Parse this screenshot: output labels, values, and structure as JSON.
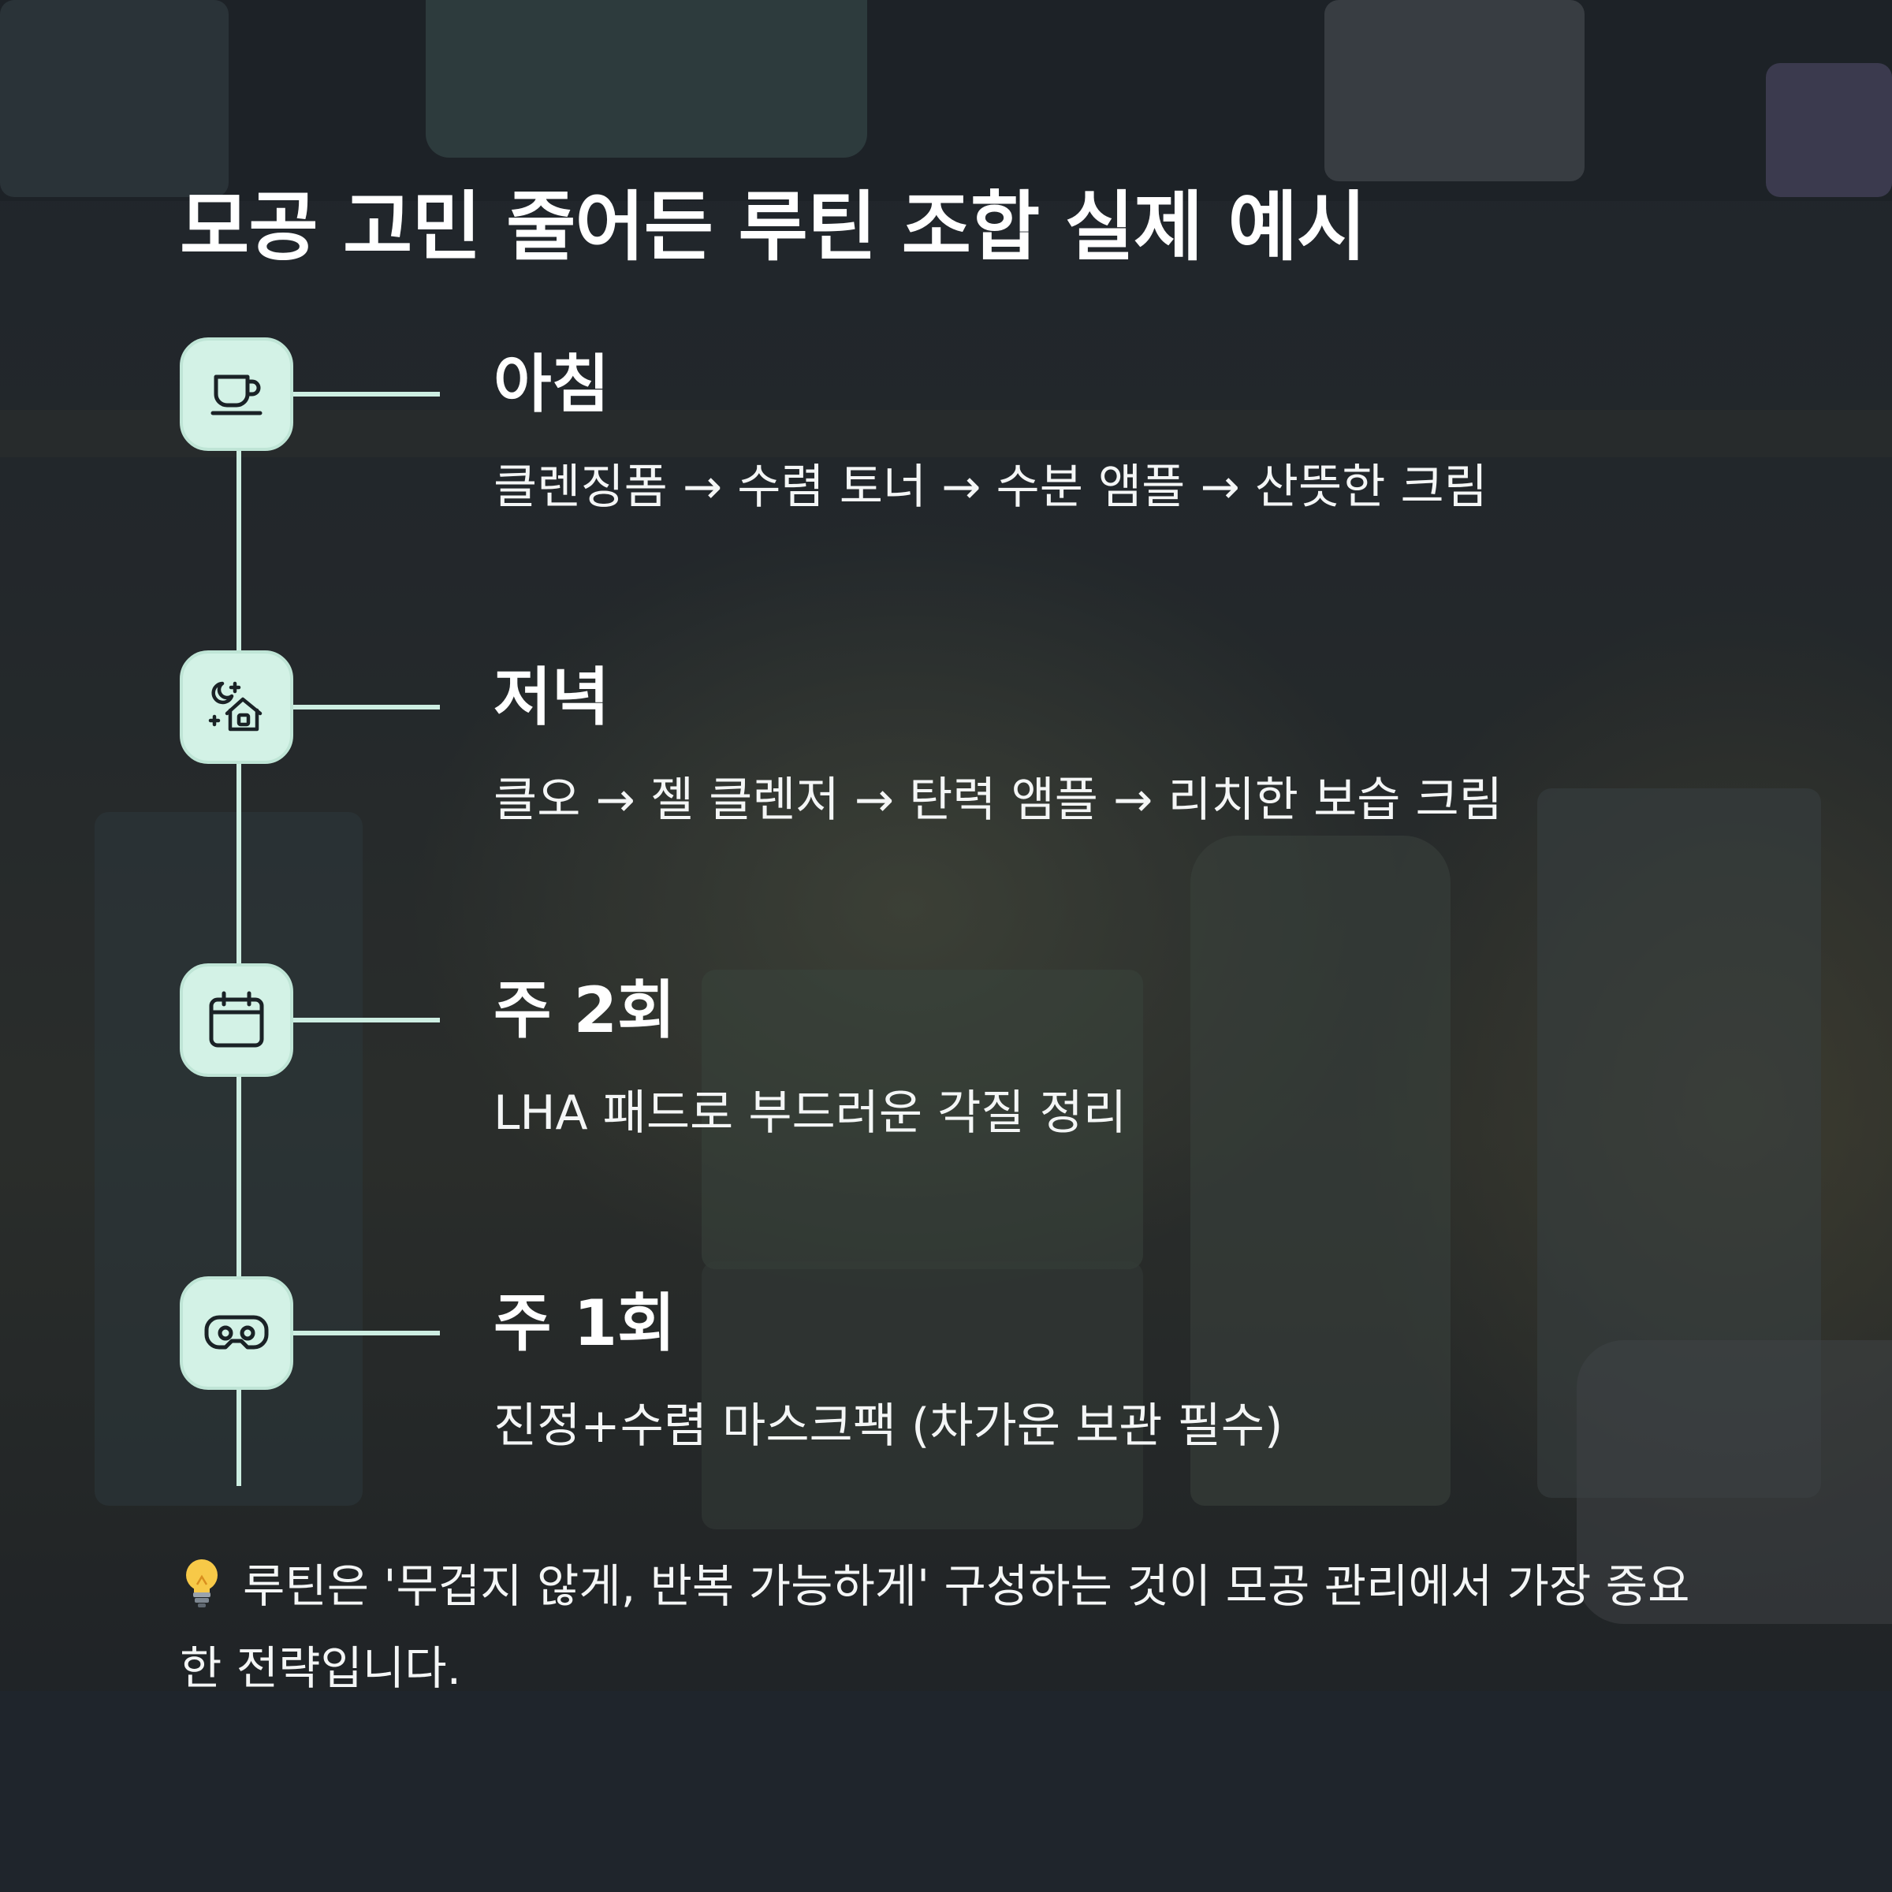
{
  "title": "모공 고민 줄어든 루틴 조합 실제 예시",
  "steps": [
    {
      "icon": "coffee-cup-icon",
      "title": "아침",
      "desc": "클렌징폼 → 수렴 토너 → 수분 앰플 → 산뜻한 크림"
    },
    {
      "icon": "night-house-icon",
      "title": "저녁",
      "desc": "클오 → 젤 클렌저 → 탄력 앰플 → 리치한 보습 크림"
    },
    {
      "icon": "calendar-icon",
      "title": "주 2회",
      "desc": "LHA 패드로 부드러운 각질 정리"
    },
    {
      "icon": "sleep-mask-icon",
      "title": "주 1회",
      "desc": "진정+수렴 마스크팩 (차가운 보관 필수)"
    }
  ],
  "tip": {
    "icon": "lightbulb-icon",
    "text": "루틴은 '무겁지 않게, 반복 가능하게' 구성하는 것이 모공 관리에서 가장 중요한 전략입니다."
  },
  "colors": {
    "accent": "#d3f2e6",
    "line": "#cdeee2",
    "icon_stroke": "#1a2226"
  }
}
